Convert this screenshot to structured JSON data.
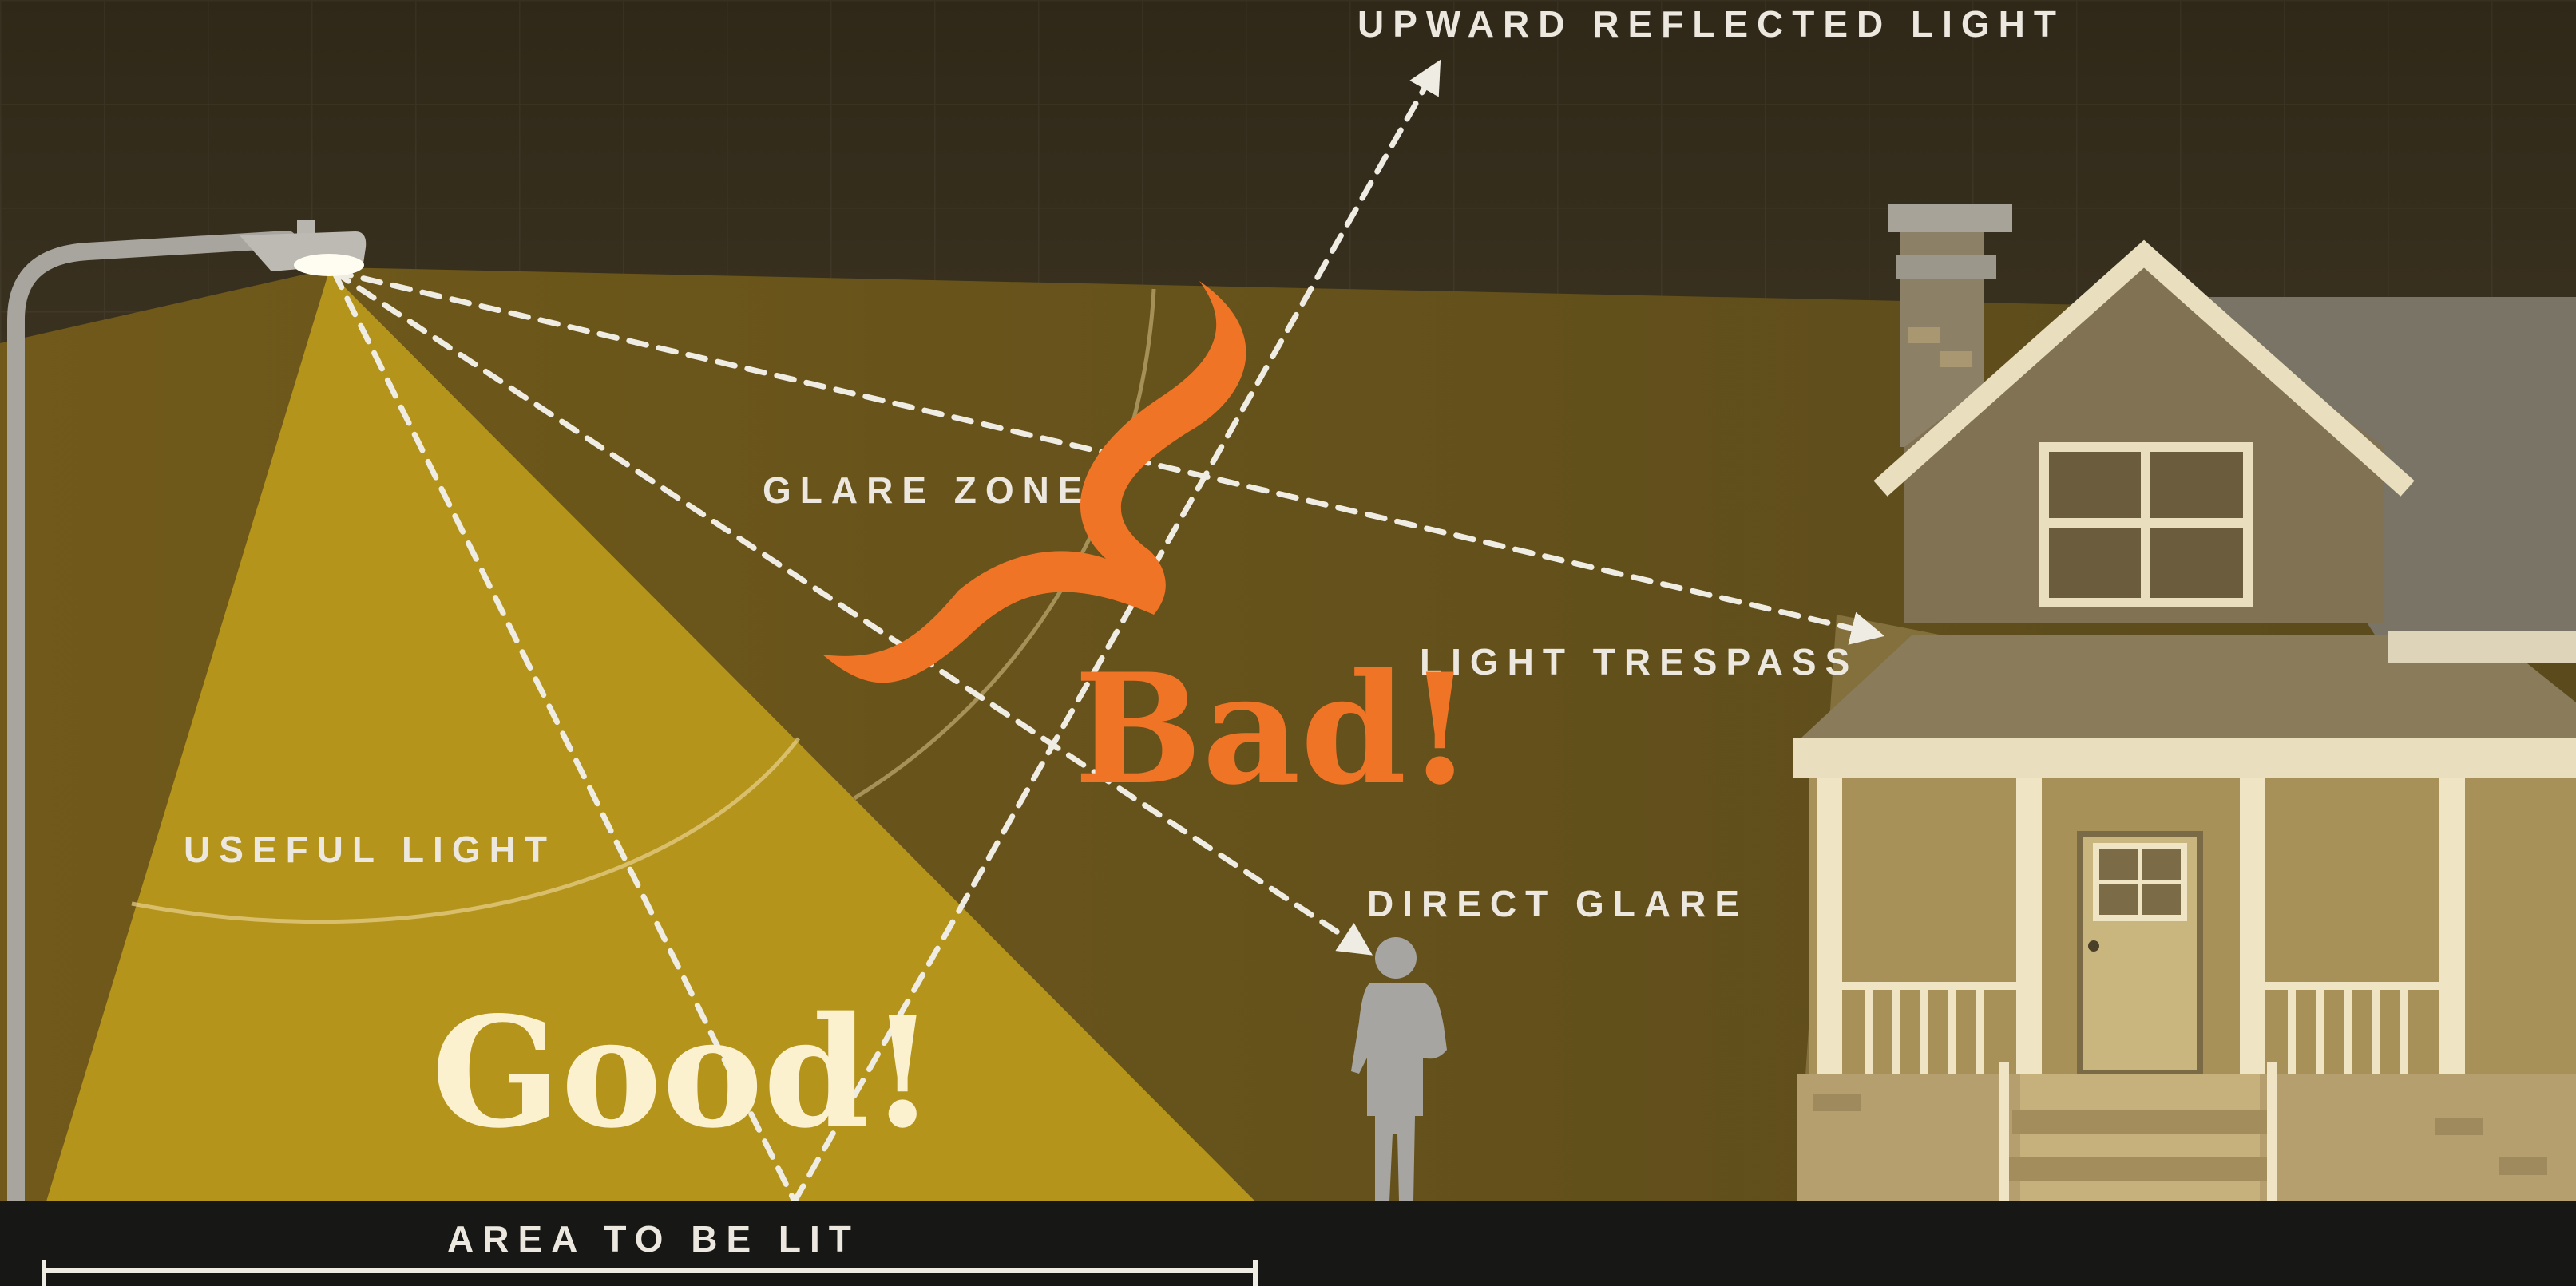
{
  "labels": {
    "upward_reflected": "UPWARD REFLECTED LIGHT",
    "glare_zone": "GLARE ZONE",
    "light_trespass": "LIGHT TRESPASS",
    "useful_light": "USEFUL LIGHT",
    "direct_glare": "DIRECT GLARE",
    "area_to_be_lit": "AREA TO BE LIT"
  },
  "annotations": {
    "bad": "Bad!",
    "good": "Good!"
  },
  "colors": {
    "sky": "#3b3220",
    "ground_band": "#171715",
    "glare_field": "#6e5a1c",
    "useful_cone": "#b4941b",
    "house_light": "#c7b278",
    "label_text": "#ece8df",
    "bad_annotation": "#f07426",
    "good_annotation": "#fbf1cf"
  },
  "icons": [
    "street-lamp-icon",
    "person-icon",
    "house-icon"
  ]
}
